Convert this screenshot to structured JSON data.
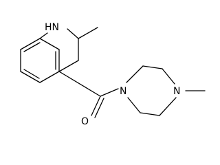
{
  "structure": {
    "atoms": {
      "nh": "HN",
      "carbonyl_o": "O",
      "piperazine_n1": "N",
      "piperazine_n4": "N"
    }
  },
  "colors": {
    "bond": "#000000",
    "background": "#ffffff"
  }
}
